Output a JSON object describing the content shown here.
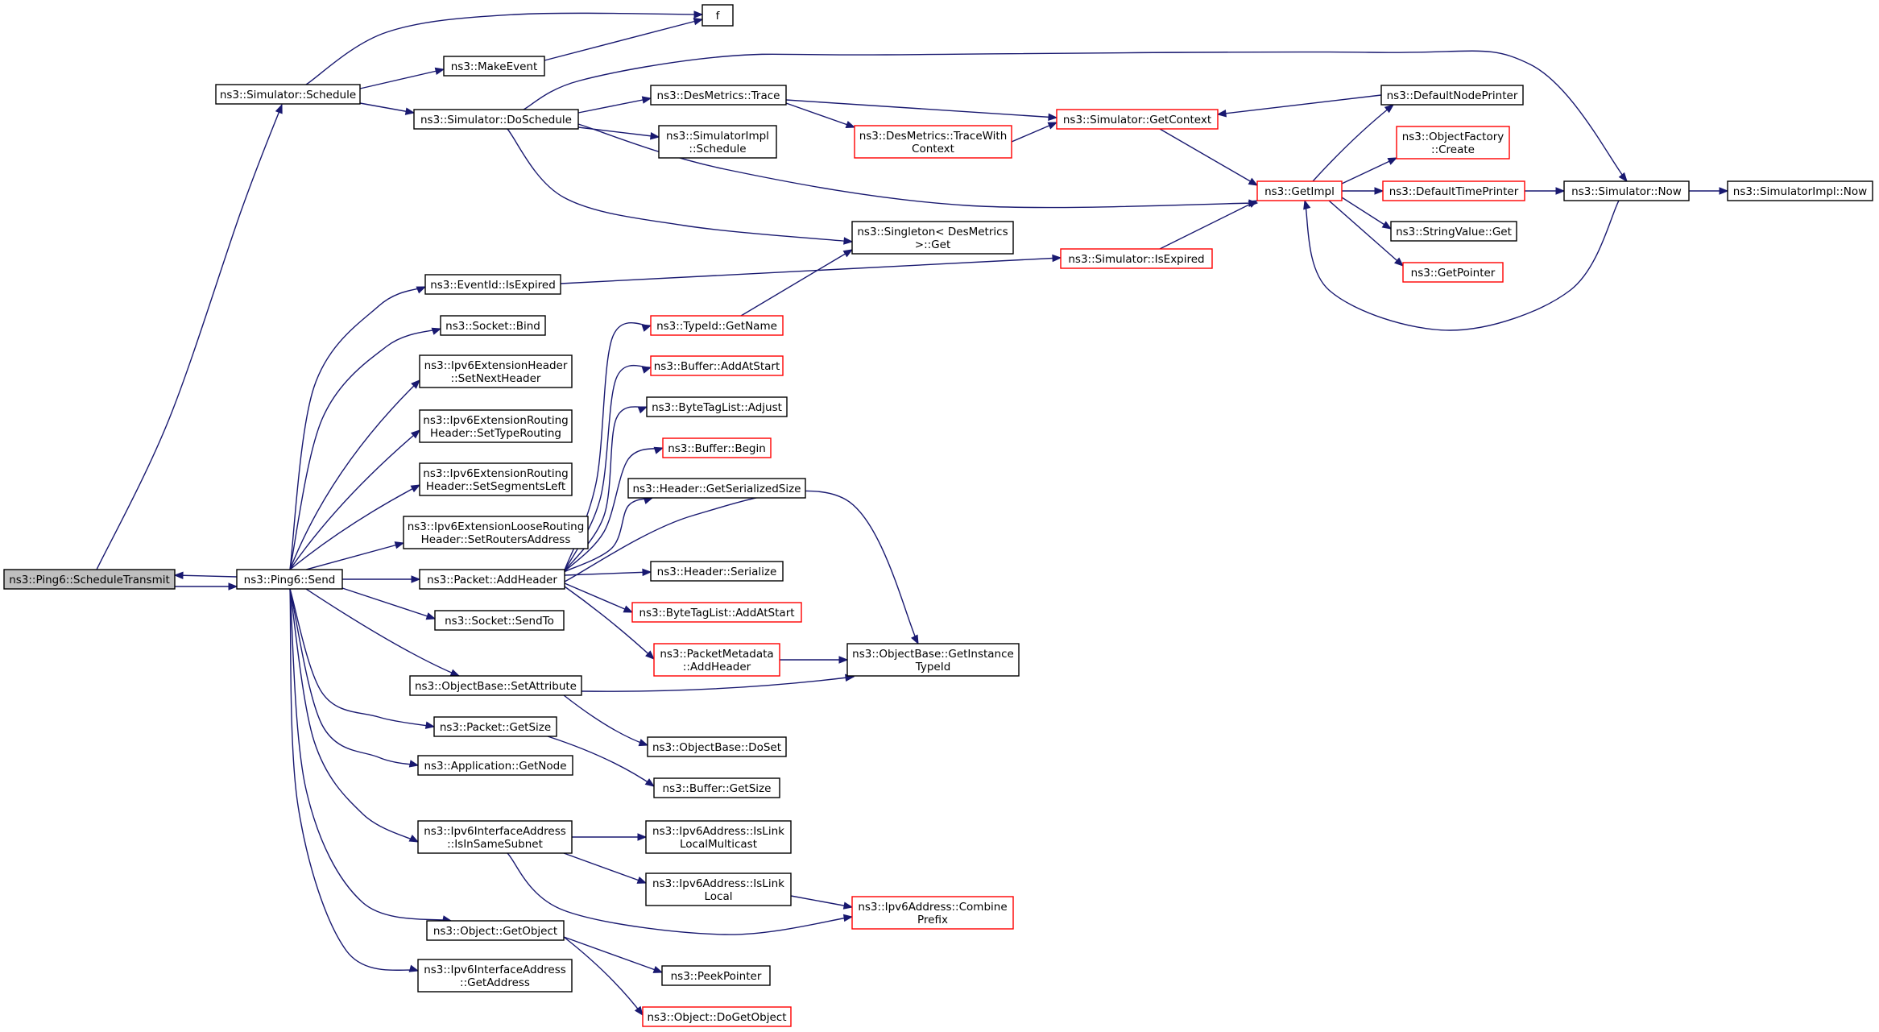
{
  "diagram": {
    "type": "call-graph",
    "colors": {
      "root_fill": "#bfbfbf",
      "node_stroke": "#000000",
      "expandable_stroke": "#ff0000",
      "edge": "#191970"
    },
    "nodes": [
      {
        "id": "root",
        "lines": [
          "ns3::Ping6::ScheduleTransmit"
        ],
        "style": "root"
      },
      {
        "id": "send",
        "lines": [
          "ns3::Ping6::Send"
        ],
        "style": "normal"
      },
      {
        "id": "sched",
        "lines": [
          "ns3::Simulator::Schedule"
        ],
        "style": "normal"
      },
      {
        "id": "f",
        "lines": [
          "f"
        ],
        "style": "normal"
      },
      {
        "id": "makeevent",
        "lines": [
          "ns3::MakeEvent"
        ],
        "style": "normal"
      },
      {
        "id": "dosched",
        "lines": [
          "ns3::Simulator::DoSchedule"
        ],
        "style": "normal"
      },
      {
        "id": "trace",
        "lines": [
          "ns3::DesMetrics::Trace"
        ],
        "style": "normal"
      },
      {
        "id": "simimplsched",
        "lines": [
          "ns3::SimulatorImpl",
          "::Schedule"
        ],
        "style": "normal"
      },
      {
        "id": "tracectx",
        "lines": [
          "ns3::DesMetrics::TraceWith",
          "Context"
        ],
        "style": "expandable"
      },
      {
        "id": "getctx",
        "lines": [
          "ns3::Simulator::GetContext"
        ],
        "style": "expandable"
      },
      {
        "id": "defnodeprinter",
        "lines": [
          "ns3::DefaultNodePrinter"
        ],
        "style": "normal"
      },
      {
        "id": "objfactory",
        "lines": [
          "ns3::ObjectFactory",
          "::Create"
        ],
        "style": "expandable"
      },
      {
        "id": "getimpl",
        "lines": [
          "ns3::GetImpl"
        ],
        "style": "expandable"
      },
      {
        "id": "deftimeprinter",
        "lines": [
          "ns3::DefaultTimePrinter"
        ],
        "style": "expandable"
      },
      {
        "id": "simnow",
        "lines": [
          "ns3::Simulator::Now"
        ],
        "style": "normal"
      },
      {
        "id": "simimplnow",
        "lines": [
          "ns3::SimulatorImpl::Now"
        ],
        "style": "normal"
      },
      {
        "id": "strvalget",
        "lines": [
          "ns3::StringValue::Get"
        ],
        "style": "normal"
      },
      {
        "id": "getpointer",
        "lines": [
          "ns3::GetPointer"
        ],
        "style": "expandable"
      },
      {
        "id": "singleton",
        "lines": [
          "ns3::Singleton< DesMetrics",
          ">::Get"
        ],
        "style": "normal"
      },
      {
        "id": "simisexpired",
        "lines": [
          "ns3::Simulator::IsExpired"
        ],
        "style": "expandable"
      },
      {
        "id": "evisexpired",
        "lines": [
          "ns3::EventId::IsExpired"
        ],
        "style": "normal"
      },
      {
        "id": "sockbind",
        "lines": [
          "ns3::Socket::Bind"
        ],
        "style": "normal"
      },
      {
        "id": "setnexthdr",
        "lines": [
          "ns3::Ipv6ExtensionHeader",
          "::SetNextHeader"
        ],
        "style": "normal"
      },
      {
        "id": "settyperouting",
        "lines": [
          "ns3::Ipv6ExtensionRouting",
          "Header::SetTypeRouting"
        ],
        "style": "normal"
      },
      {
        "id": "setsegleft",
        "lines": [
          "ns3::Ipv6ExtensionRouting",
          "Header::SetSegmentsLeft"
        ],
        "style": "normal"
      },
      {
        "id": "setrouters",
        "lines": [
          "ns3::Ipv6ExtensionLooseRouting",
          "Header::SetRoutersAddress"
        ],
        "style": "normal"
      },
      {
        "id": "typeidgetname",
        "lines": [
          "ns3::TypeId::GetName"
        ],
        "style": "expandable"
      },
      {
        "id": "bufaddatstart",
        "lines": [
          "ns3::Buffer::AddAtStart"
        ],
        "style": "expandable"
      },
      {
        "id": "btladjust",
        "lines": [
          "ns3::ByteTagList::Adjust"
        ],
        "style": "normal"
      },
      {
        "id": "bufbegin",
        "lines": [
          "ns3::Buffer::Begin"
        ],
        "style": "expandable"
      },
      {
        "id": "hdrgetsersize",
        "lines": [
          "ns3::Header::GetSerializedSize"
        ],
        "style": "normal"
      },
      {
        "id": "pktaddhdr",
        "lines": [
          "ns3::Packet::AddHeader"
        ],
        "style": "normal"
      },
      {
        "id": "hdrserialize",
        "lines": [
          "ns3::Header::Serialize"
        ],
        "style": "normal"
      },
      {
        "id": "btladdatstart",
        "lines": [
          "ns3::ByteTagList::AddAtStart"
        ],
        "style": "expandable"
      },
      {
        "id": "pktmetaaddhdr",
        "lines": [
          "ns3::PacketMetadata",
          "::AddHeader"
        ],
        "style": "expandable"
      },
      {
        "id": "getinsttypeid",
        "lines": [
          "ns3::ObjectBase::GetInstance",
          "TypeId"
        ],
        "style": "normal"
      },
      {
        "id": "socksendto",
        "lines": [
          "ns3::Socket::SendTo"
        ],
        "style": "normal"
      },
      {
        "id": "setattr",
        "lines": [
          "ns3::ObjectBase::SetAttribute"
        ],
        "style": "normal"
      },
      {
        "id": "doset",
        "lines": [
          "ns3::ObjectBase::DoSet"
        ],
        "style": "normal"
      },
      {
        "id": "pktgetsize",
        "lines": [
          "ns3::Packet::GetSize"
        ],
        "style": "normal"
      },
      {
        "id": "bufgetsize",
        "lines": [
          "ns3::Buffer::GetSize"
        ],
        "style": "normal"
      },
      {
        "id": "appgetnode",
        "lines": [
          "ns3::Application::GetNode"
        ],
        "style": "normal"
      },
      {
        "id": "isinsamesubnet",
        "lines": [
          "ns3::Ipv6InterfaceAddress",
          "::IsInSameSubnet"
        ],
        "style": "normal"
      },
      {
        "id": "islinklocalmc",
        "lines": [
          "ns3::Ipv6Address::IsLink",
          "LocalMulticast"
        ],
        "style": "normal"
      },
      {
        "id": "islinklocal",
        "lines": [
          "ns3::Ipv6Address::IsLink",
          "Local"
        ],
        "style": "normal"
      },
      {
        "id": "combineprefix",
        "lines": [
          "ns3::Ipv6Address::Combine",
          "Prefix"
        ],
        "style": "expandable"
      },
      {
        "id": "getobject",
        "lines": [
          "ns3::Object::GetObject"
        ],
        "style": "normal"
      },
      {
        "id": "peekpointer",
        "lines": [
          "ns3::PeekPointer"
        ],
        "style": "normal"
      },
      {
        "id": "dogetobject",
        "lines": [
          "ns3::Object::DoGetObject"
        ],
        "style": "expandable"
      },
      {
        "id": "getaddress",
        "lines": [
          "ns3::Ipv6InterfaceAddress",
          "::GetAddress"
        ],
        "style": "normal"
      }
    ],
    "edges": [
      [
        "root",
        "sched"
      ],
      [
        "root",
        "send"
      ],
      [
        "send",
        "root"
      ],
      [
        "sched",
        "f"
      ],
      [
        "sched",
        "makeevent"
      ],
      [
        "sched",
        "dosched"
      ],
      [
        "makeevent",
        "f"
      ],
      [
        "dosched",
        "trace"
      ],
      [
        "dosched",
        "simimplsched"
      ],
      [
        "dosched",
        "getimpl"
      ],
      [
        "dosched",
        "singleton"
      ],
      [
        "dosched",
        "simnow"
      ],
      [
        "trace",
        "getctx"
      ],
      [
        "trace",
        "tracectx"
      ],
      [
        "tracectx",
        "getctx"
      ],
      [
        "getctx",
        "getimpl"
      ],
      [
        "defnodeprinter",
        "getctx"
      ],
      [
        "getimpl",
        "defnodeprinter"
      ],
      [
        "getimpl",
        "objfactory"
      ],
      [
        "getimpl",
        "deftimeprinter"
      ],
      [
        "getimpl",
        "strvalget"
      ],
      [
        "getimpl",
        "getpointer"
      ],
      [
        "deftimeprinter",
        "simnow"
      ],
      [
        "simnow",
        "simimplnow"
      ],
      [
        "simnow",
        "getimpl"
      ],
      [
        "simisexpired",
        "getimpl"
      ],
      [
        "evisexpired",
        "simisexpired"
      ],
      [
        "typeidgetname",
        "singleton"
      ],
      [
        "send",
        "evisexpired"
      ],
      [
        "send",
        "sockbind"
      ],
      [
        "send",
        "setnexthdr"
      ],
      [
        "send",
        "settyperouting"
      ],
      [
        "send",
        "setsegleft"
      ],
      [
        "send",
        "setrouters"
      ],
      [
        "send",
        "pktaddhdr"
      ],
      [
        "send",
        "socksendto"
      ],
      [
        "send",
        "setattr"
      ],
      [
        "send",
        "pktgetsize"
      ],
      [
        "send",
        "appgetnode"
      ],
      [
        "send",
        "isinsamesubnet"
      ],
      [
        "send",
        "getobject"
      ],
      [
        "send",
        "getaddress"
      ],
      [
        "pktaddhdr",
        "typeidgetname"
      ],
      [
        "pktaddhdr",
        "bufaddatstart"
      ],
      [
        "pktaddhdr",
        "btladjust"
      ],
      [
        "pktaddhdr",
        "bufbegin"
      ],
      [
        "pktaddhdr",
        "hdrgetsersize"
      ],
      [
        "pktaddhdr",
        "hdrserialize"
      ],
      [
        "pktaddhdr",
        "btladdatstart"
      ],
      [
        "pktaddhdr",
        "pktmetaaddhdr"
      ],
      [
        "pktaddhdr",
        "getinsttypeid"
      ],
      [
        "pktmetaaddhdr",
        "getinsttypeid"
      ],
      [
        "setattr",
        "getinsttypeid"
      ],
      [
        "setattr",
        "doset"
      ],
      [
        "pktgetsize",
        "bufgetsize"
      ],
      [
        "isinsamesubnet",
        "islinklocalmc"
      ],
      [
        "isinsamesubnet",
        "islinklocal"
      ],
      [
        "isinsamesubnet",
        "combineprefix"
      ],
      [
        "islinklocal",
        "combineprefix"
      ],
      [
        "getobject",
        "peekpointer"
      ],
      [
        "getobject",
        "dogetobject"
      ]
    ]
  }
}
